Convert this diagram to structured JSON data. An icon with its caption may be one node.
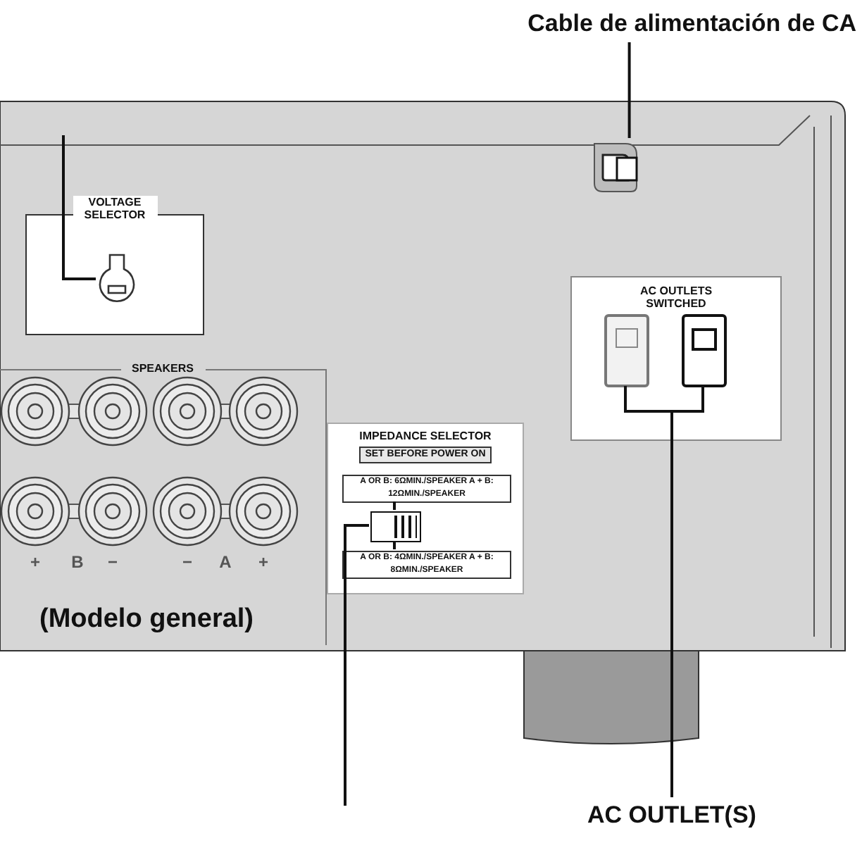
{
  "diagram": {
    "nodes": [
      {
        "text": [
          "VOLTAGE SELECTOR"
        ]
      },
      {
        "text": [],
        "shape": "circle",
        "in": 0
      },
      {
        "text": [
          "Cable de alimentación de CA"
        ]
      },
      {
        "text": [],
        "shape": "picture"
      },
      {
        "text": [
          "AC OUTLETS SWITCHED"
        ]
      },
      {
        "text": [],
        "shape": "box",
        "in": 4
      },
      {
        "text": [],
        "shape": "box",
        "in": 4
      },
      {
        "text": [
          "SPEAKERS"
        ]
      },
      {
        "text": [
          "IMPEDANCE SELECTOR",
          "SET BEFORE POWER ON"
        ]
      },
      {
        "text": [
          "A OR B: 6ΩMIN./SPEAKER A + B: 12ΩMIN./SPEAKER"
        ],
        "in": 8
      },
      {
        "text": [],
        "shape": "box",
        "in": 8
      },
      {
        "text": [
          "A OR B: 4ΩMIN./SPEAKER A + B: 8ΩMIN./SPEAKER"
        ],
        "in": 8
      },
      {
        "text": [
          "AC OUTLET(S)"
        ]
      }
    ],
    "edges": [
      {
        "from": null,
        "to": 1,
        "arrow": "none"
      },
      {
        "from": 2,
        "to": 3,
        "arrow": "none"
      },
      {
        "from": null,
        "to": 10,
        "arrow": "none"
      },
      {
        "from": 12,
        "to": 5,
        "arrow": "none"
      },
      {
        "from": 12,
        "to": 6,
        "arrow": "none"
      },
      {
        "from": 9,
        "to": 10,
        "arrow": "none"
      },
      {
        "from": 11,
        "to": 10,
        "arrow": "none"
      }
    ],
    "labels": [
      "+",
      "B",
      "−",
      "−",
      "A",
      "+",
      "(Modelo general)"
    ]
  }
}
